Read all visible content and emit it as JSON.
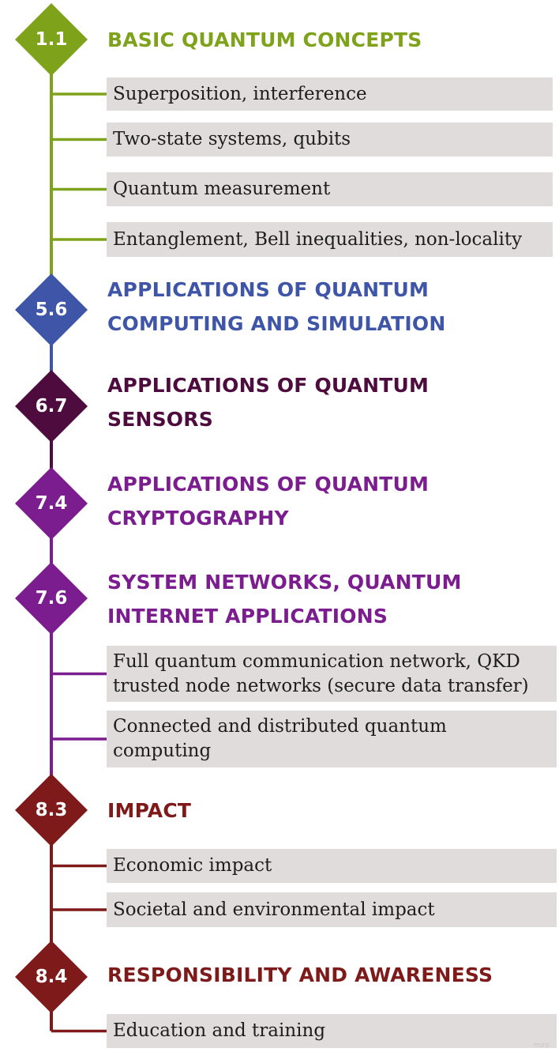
{
  "colors": {
    "green": "#7ea31a",
    "blue": "#3e55a8",
    "darkpurple": "#4e0c3e",
    "purple": "#7b1c8f",
    "maroon": "#7f1a1a",
    "box": "#e0dcdc"
  },
  "sections": [
    {
      "code": "1.1",
      "color": "#7ea31a",
      "title": [
        "BASIC QUANTUM CONCEPTS"
      ],
      "items": [
        [
          "Superposition, interference"
        ],
        [
          "Two-state systems, qubits"
        ],
        [
          "Quantum measurement"
        ],
        [
          "Entanglement, Bell inequalities, non-locality"
        ]
      ]
    },
    {
      "code": "5.6",
      "color": "#3e55a8",
      "title": [
        "APPLICATIONS OF QUANTUM",
        "COMPUTING AND SIMULATION"
      ],
      "items": []
    },
    {
      "code": "6.7",
      "color": "#4e0c3e",
      "title": [
        "APPLICATIONS OF QUANTUM",
        "SENSORS"
      ],
      "items": []
    },
    {
      "code": "7.4",
      "color": "#7b1c8f",
      "title": [
        "APPLICATIONS OF QUANTUM",
        "CRYPTOGRAPHY"
      ],
      "items": []
    },
    {
      "code": "7.6",
      "color": "#7b1c8f",
      "title": [
        "SYSTEM NETWORKS, QUANTUM",
        "INTERNET APPLICATIONS"
      ],
      "items": [
        [
          "Full quantum communication network, QKD",
          "trusted node networks (secure data transfer)"
        ],
        [
          "Connected and distributed quantum",
          "computing"
        ]
      ]
    },
    {
      "code": "8.3",
      "color": "#7f1a1a",
      "title": [
        "IMPACT"
      ],
      "items": [
        [
          "Economic impact"
        ],
        [
          "Societal and environmental impact"
        ]
      ]
    },
    {
      "code": "8.4",
      "color": "#7f1a1a",
      "title": [
        "RESPONSIBILITY AND AWARENESS"
      ],
      "items": [
        [
          "Education and training"
        ]
      ]
    }
  ],
  "watermark": "miro"
}
